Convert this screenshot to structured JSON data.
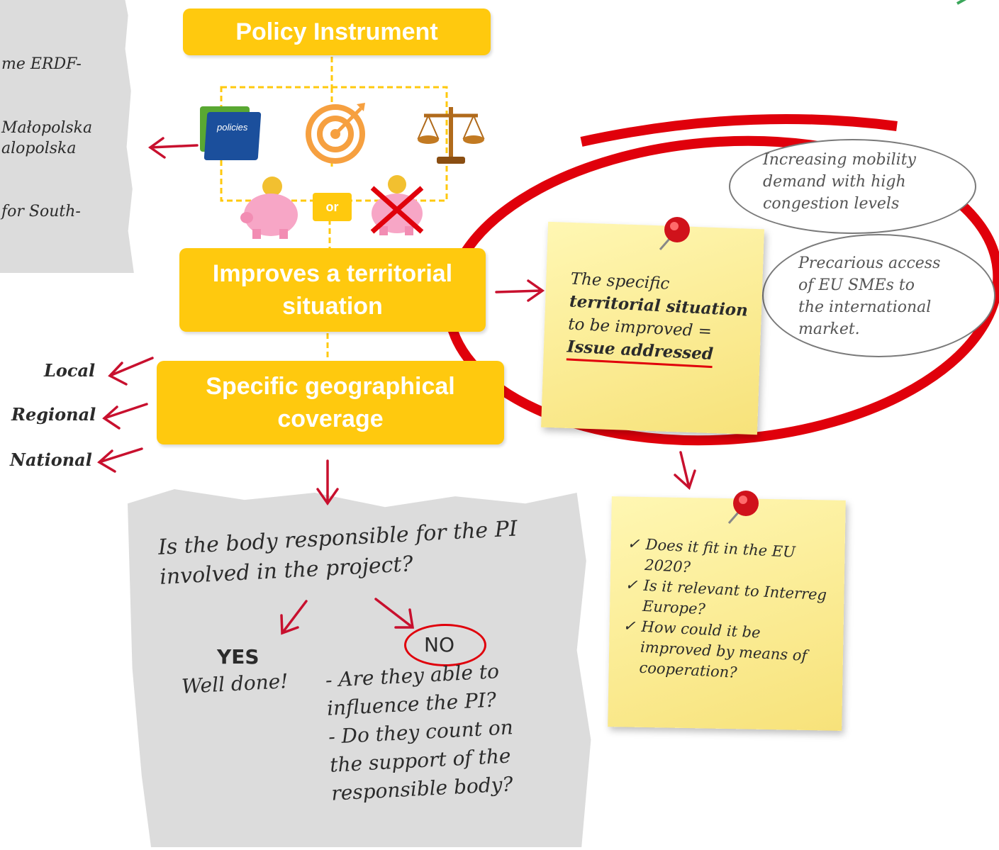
{
  "left_sheet": {
    "lines": [
      "me ERDF-",
      "Małopolska",
      "alopolska",
      "for South-"
    ]
  },
  "policy_instrument": {
    "label": "Policy Instrument"
  },
  "instrument_icons": {
    "policies_label": "policies",
    "or_label": "or"
  },
  "territorial_box": {
    "line1": "Improves a territorial",
    "line2": "situation"
  },
  "geo_box": {
    "line1": "Specific geographical",
    "line2": "coverage"
  },
  "levels": [
    "Local",
    "Regional",
    "National"
  ],
  "sticky_issue": {
    "line1": "The specific",
    "line2": "territorial situation",
    "line3": "to be improved =",
    "line4": "Issue addressed"
  },
  "bubble_mobility": {
    "line1": "Increasing mobility",
    "line2": "demand with high",
    "line3": "congestion levels"
  },
  "bubble_smes": {
    "line1": "Precarious access",
    "line2": "of EU SMEs to",
    "line3": "the international",
    "line4": "market."
  },
  "checklist": {
    "items": [
      "Does it fit in the EU 2020?",
      "Is it relevant to Interreg Europe?",
      "How could it be improved by means of cooperation?"
    ]
  },
  "question_sheet": {
    "question_line1": "Is the body responsible for the PI",
    "question_line2": "involved in the project?",
    "yes_label": "YES",
    "yes_text": "Well done!",
    "no_label": "NO",
    "no_lines": [
      "- Are they able to",
      "influence the PI?",
      "- Do they count on",
      "the support of the",
      "responsible body?"
    ]
  },
  "colors": {
    "yellow": "#ffc90e",
    "red": "#e0000b",
    "arrow_red": "#c8102e",
    "paper": "#dcdcdc",
    "sticky": "#f9e98b"
  }
}
